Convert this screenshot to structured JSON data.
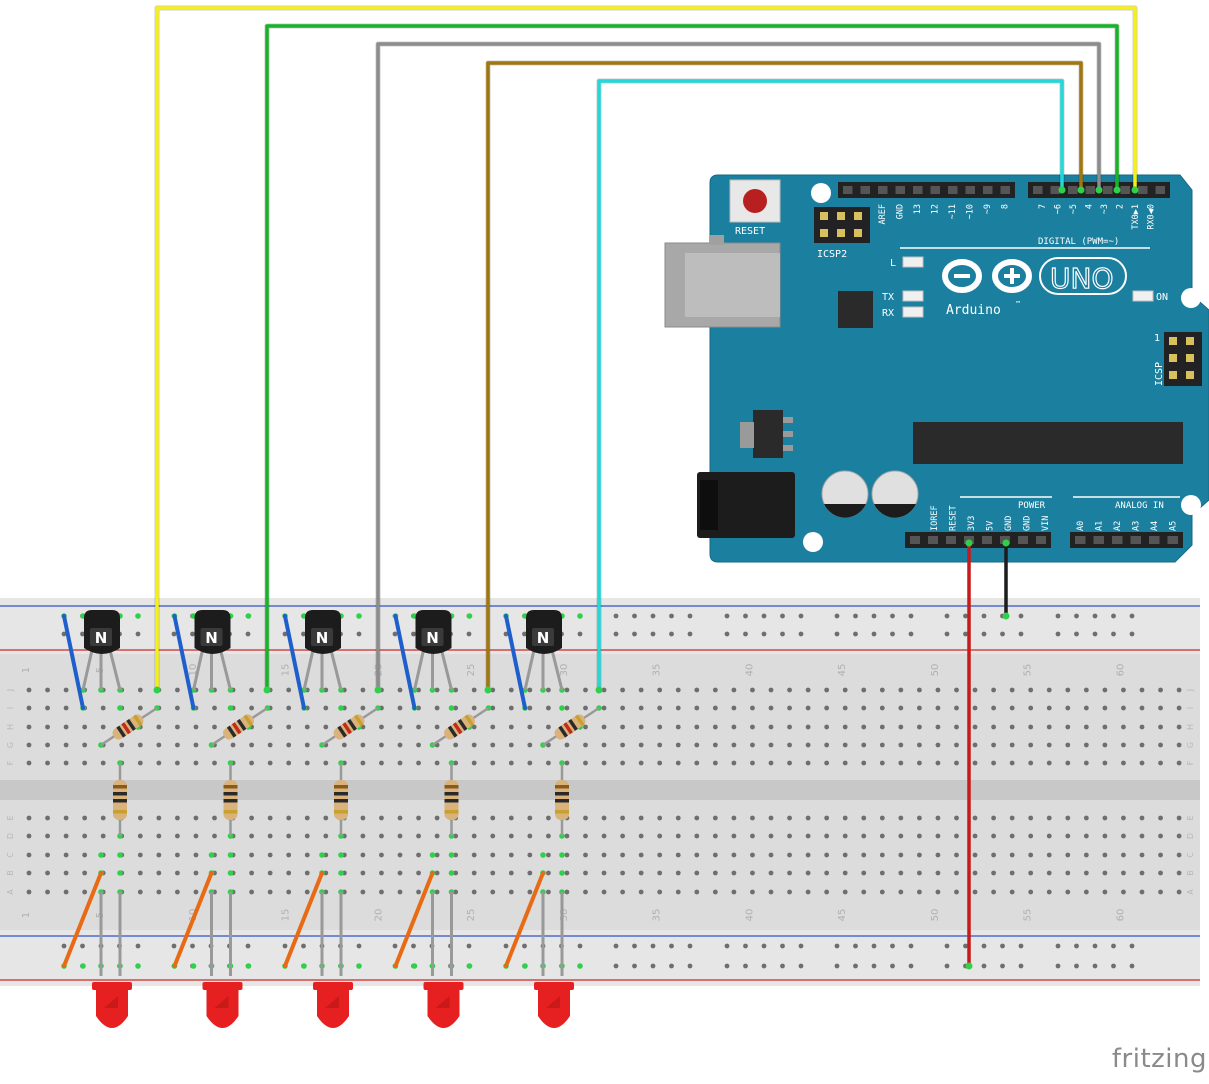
{
  "watermark": "fritzing",
  "arduino": {
    "reset_label": "RESET",
    "icsp2_label": "ICSP2",
    "icsp_label": "ICSP",
    "icsp_pin1": "1",
    "digital_label": "DIGITAL (PWM=~)",
    "digital_pins": [
      "AREF",
      "GND",
      "13",
      "12",
      "~11",
      "~10",
      "~9",
      "8",
      "7",
      "~6",
      "~5",
      "4",
      "~3",
      "2",
      "TX0▶1",
      "RX0◀0"
    ],
    "led_l": "L",
    "led_tx": "TX",
    "led_rx": "RX",
    "led_on": "ON",
    "brand": "Arduino",
    "trademark": "™",
    "model": "UNO",
    "power_label": "POWER",
    "power_pins": [
      "IOREF",
      "RESET",
      "3V3",
      "5V",
      "GND",
      "GND",
      "VIN"
    ],
    "analog_label": "ANALOG IN",
    "analog_pins": [
      "A0",
      "A1",
      "A2",
      "A3",
      "A4",
      "A5"
    ],
    "board_color": "#1b7f9f"
  },
  "breadboard": {
    "column_numbers": [
      "1",
      "5",
      "10",
      "15",
      "20",
      "25",
      "30",
      "35",
      "40",
      "45",
      "50",
      "55",
      "60"
    ],
    "row_letters_top": [
      "J",
      "I",
      "H",
      "G",
      "F"
    ],
    "row_letters_bottom": [
      "E",
      "D",
      "C",
      "B",
      "A"
    ],
    "rail_colors": {
      "plus": "#d42020",
      "minus": "#2040c0"
    }
  },
  "transistor_label": "N",
  "wire_colors": [
    "#f5ef1a",
    "#19b32a",
    "#8c8c8c",
    "#a0760e",
    "#22d8d8"
  ],
  "components": {
    "transistors": 5,
    "resistors_diagonal": 5,
    "resistors_vertical": 5,
    "leds": 5,
    "led_color": "#e62020"
  }
}
